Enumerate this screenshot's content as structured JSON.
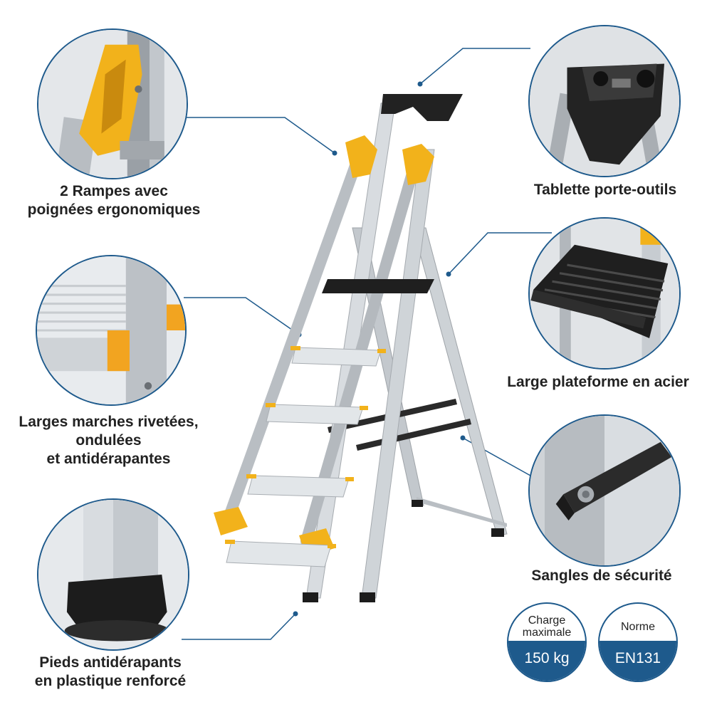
{
  "features": {
    "handrails": "2  Rampes avec\npoignées ergonomiques",
    "tool_tray": "Tablette porte-outils",
    "steps": "Larges marches rivetées,\nondulées\net antidérapantes",
    "platform": "Large plateforme en acier",
    "straps": "Sangles de sécurité",
    "feet": "Pieds antidérapants\nen plastique renforcé"
  },
  "badges": {
    "load": {
      "label": "Charge\nmaximale",
      "value": "150 kg"
    },
    "norm": {
      "label": "Norme",
      "value": "EN131"
    }
  },
  "colors": {
    "accent_blue": "#1e5a8c",
    "handle_yellow": "#f2b21b",
    "aluminium": "#c9ced3",
    "black_plastic": "#1e1e1e"
  }
}
